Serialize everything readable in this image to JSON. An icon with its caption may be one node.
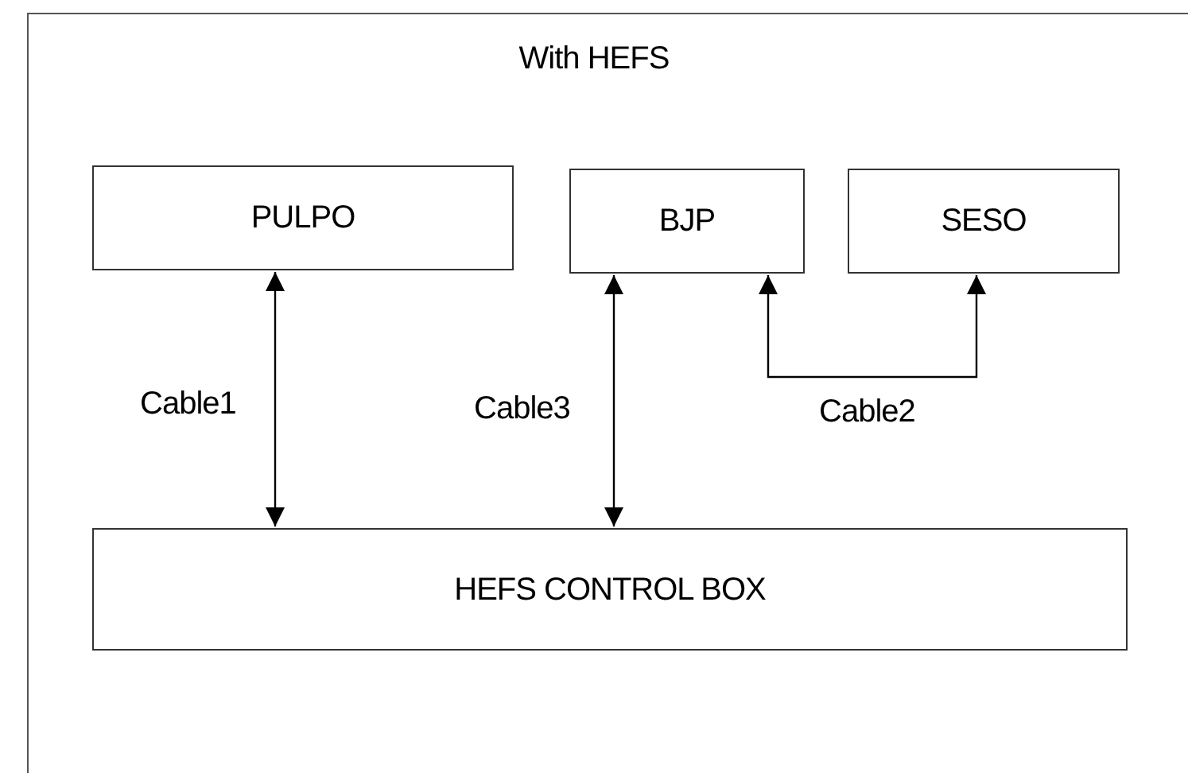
{
  "diagram": {
    "title": "With HEFS",
    "nodes": [
      {
        "text": [
          "PULPO"
        ]
      },
      {
        "text": [
          "BJP"
        ]
      },
      {
        "text": [
          "SESO"
        ]
      },
      {
        "text": [
          "HEFS CONTROL BOX"
        ]
      }
    ],
    "edges": [
      {
        "from": 0,
        "to": 3,
        "arrow": "both",
        "label": "Cable1"
      },
      {
        "from": 1,
        "to": 3,
        "arrow": "both",
        "label": "Cable3"
      },
      {
        "from": 1,
        "to": 2,
        "arrow": "both",
        "label": "Cable2"
      }
    ]
  }
}
